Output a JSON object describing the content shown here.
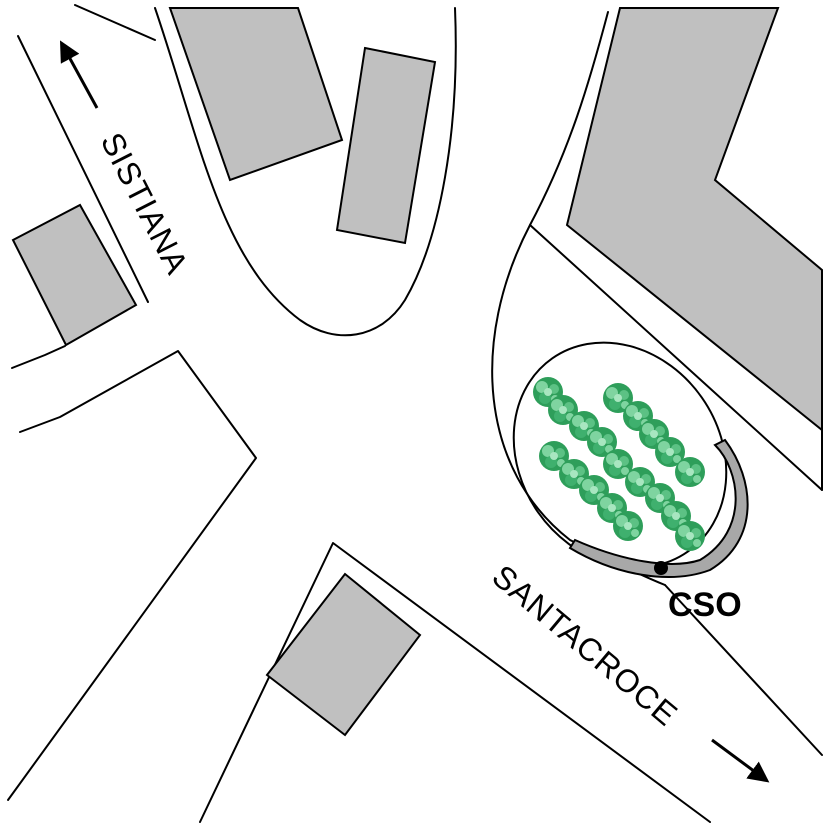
{
  "streets": {
    "sistiana": "SISTIANA",
    "santacroce": "SANTACROCE"
  },
  "poi": {
    "cso": "CSO"
  },
  "colors": {
    "building_fill": "#c0c0c0",
    "tree_fill": "#2e9e5a",
    "tree_highlight": "#7fd4a0",
    "outline": "#000000",
    "background": "#ffffff"
  },
  "icons": {
    "direction": "arrow-icon",
    "tree": "tree-icon",
    "point": "dot-icon"
  }
}
